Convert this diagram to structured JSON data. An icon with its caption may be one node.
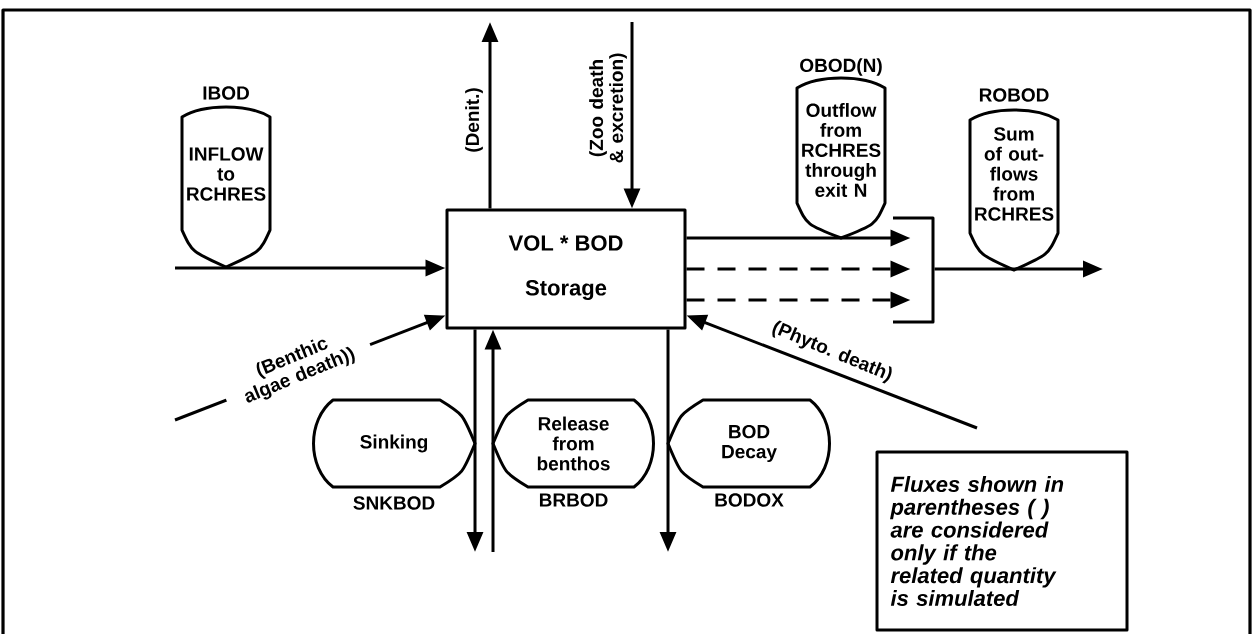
{
  "diagram": {
    "nodes": [
      {
        "text": [
          "VOL * BOD",
          "Storage"
        ]
      },
      {
        "text": [
          "IBOD",
          "INFLOW to RCHRES"
        ]
      },
      {
        "text": [
          "OBOD(N)",
          "Outflow from RCHRES through exit N"
        ]
      },
      {
        "text": [
          "ROBOD",
          "Sum of out-flows from RCHRES"
        ]
      },
      {
        "text": [
          "Sinking"
        ],
        "beside": [
          "SNKBOD"
        ]
      },
      {
        "text": [
          "Release from benthos"
        ],
        "beside": [
          "BRBOD"
        ]
      },
      {
        "text": [
          "BOD Decay"
        ],
        "beside": [
          "BODOX"
        ]
      },
      {
        "text": [],
        "shape": "bar"
      },
      {
        "text": [
          "Fluxes shown in parentheses ( ) are considered only if the related quantity is simulated"
        ]
      }
    ],
    "edges": [
      {
        "from": null,
        "to": 0,
        "arrow": "to"
      },
      {
        "from": 0,
        "to": null,
        "arrow": "to",
        "label": "(Denit.)"
      },
      {
        "from": null,
        "to": 0,
        "arrow": "to",
        "label": "(Zoo death & excretion)"
      },
      {
        "from": 0,
        "to": 7,
        "arrow": "to"
      },
      {
        "from": 0,
        "to": 7,
        "arrow": "to",
        "style": "dashed"
      },
      {
        "from": 0,
        "to": 7,
        "arrow": "to",
        "style": "dashed"
      },
      {
        "from": 7,
        "to": null,
        "arrow": "to"
      },
      {
        "from": null,
        "to": 0,
        "arrow": "to",
        "label": "(Benthic algae death))"
      },
      {
        "from": null,
        "to": 0,
        "arrow": "to",
        "label": "(Phyto. death)"
      },
      {
        "from": 0,
        "to": null,
        "arrow": "to"
      },
      {
        "from": null,
        "to": 0,
        "arrow": "to"
      },
      {
        "from": 0,
        "to": null,
        "arrow": "to"
      }
    ]
  }
}
